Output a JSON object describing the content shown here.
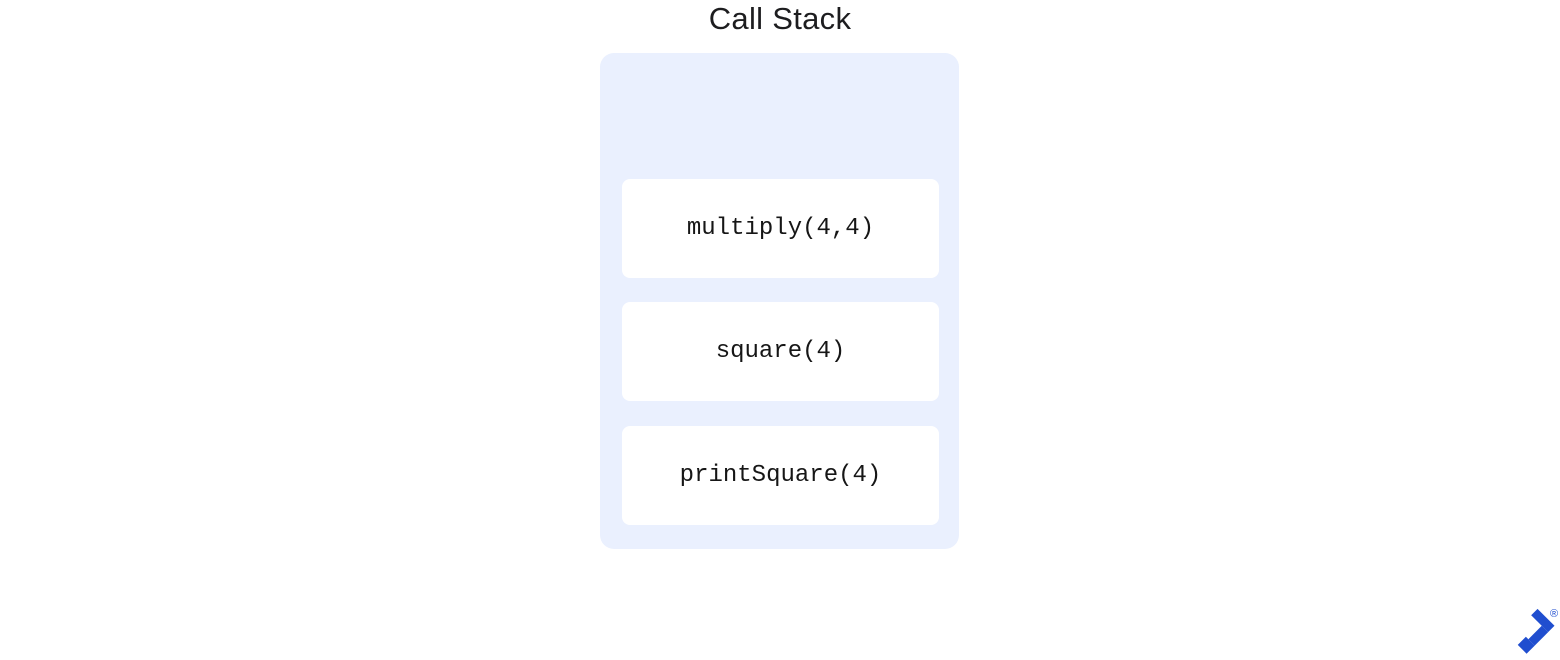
{
  "page": {
    "title": "Call Stack"
  },
  "diagram": {
    "type": "call-stack",
    "stack_background": "#EAF0FE",
    "frame_background": "#FFFFFF",
    "frames": [
      "multiply(4,4)",
      "square(4)",
      "printSquare(4)"
    ]
  },
  "branding": {
    "logo": "toptal-mark",
    "registered": "®",
    "color": "#204ECF"
  },
  "colors": {
    "title_text": "#1D1D1F",
    "frame_text": "#161616",
    "page_background": "#FFFFFF"
  }
}
